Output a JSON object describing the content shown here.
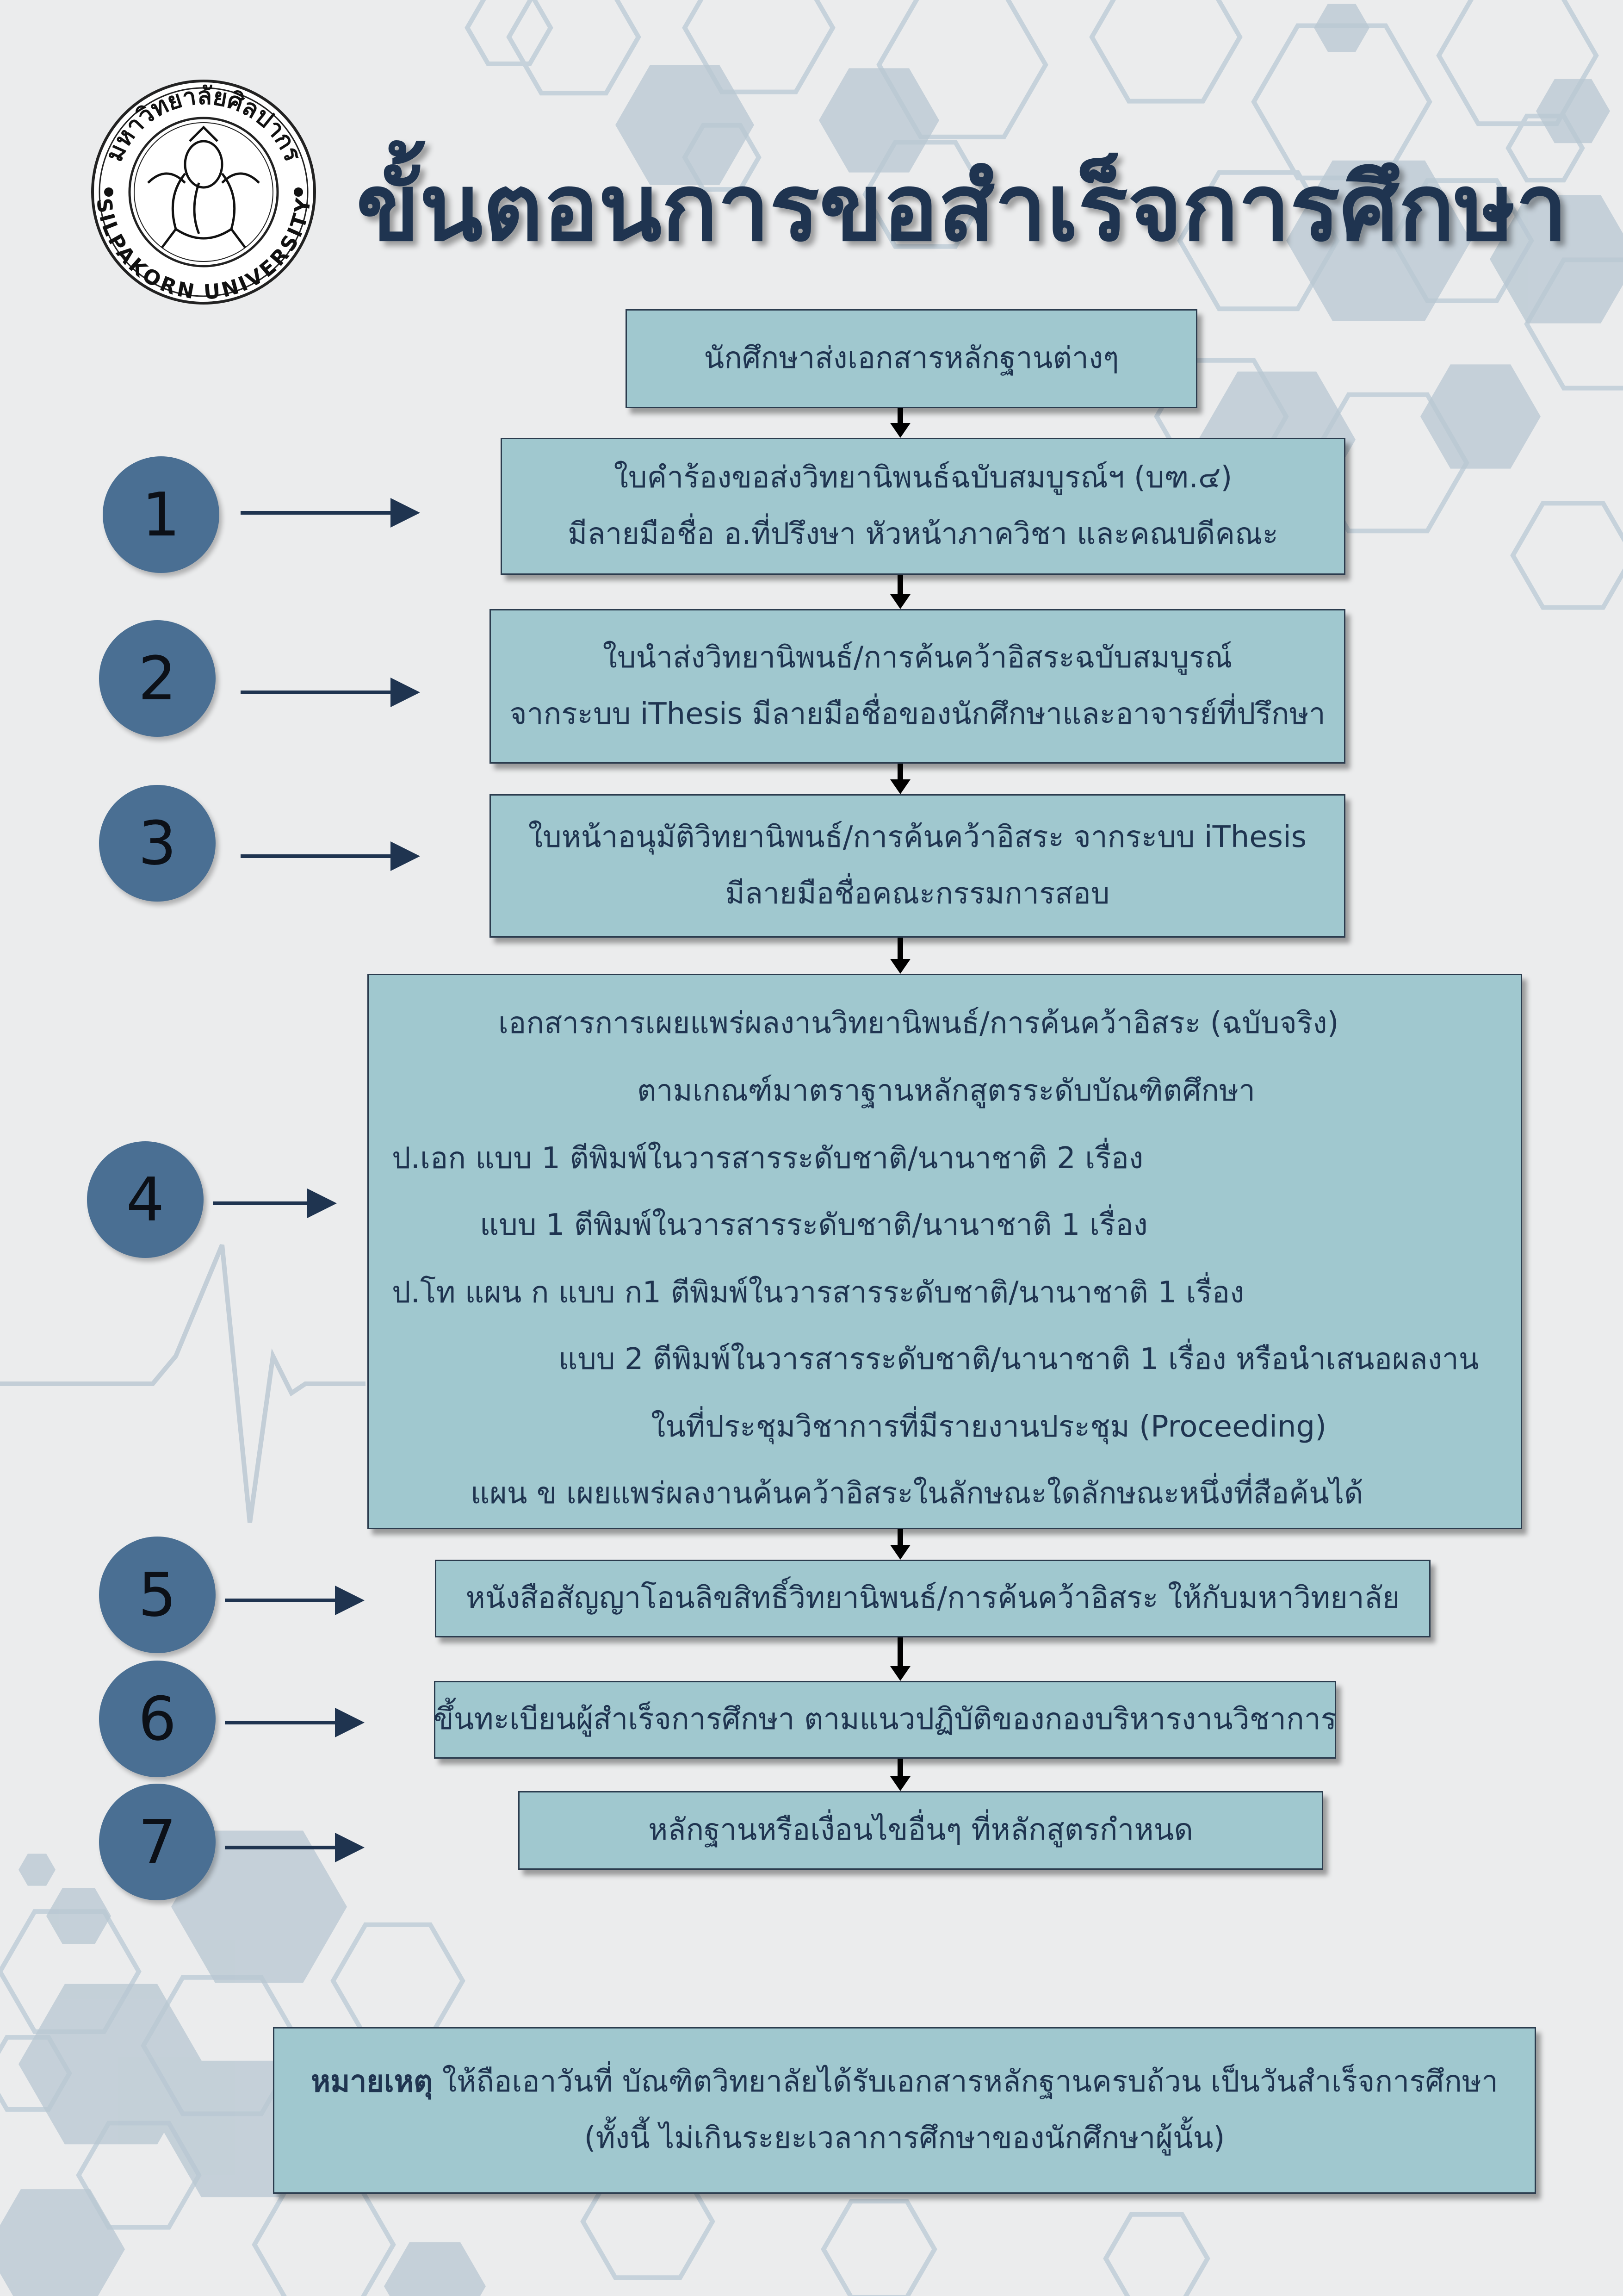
{
  "title": "ขั้นตอนการขอสำเร็จการศึกษา",
  "logo": {
    "top_text": "มหาวิทยาลัยศิลปากร",
    "bottom_text": "SILPAKORN UNIVERSITY"
  },
  "start_box": {
    "text": "นักศึกษาส่งเอกสารหลักฐานต่างๆ"
  },
  "steps": [
    {
      "number": "1",
      "lines": [
        "ใบคำร้องขอส่งวิทยานิพนธ์ฉบับสมบูรณ์ฯ (บฑ.๔)",
        "มีลายมือชื่อ อ.ที่ปรึงษา หัวหน้าภาควิชา และคณบดีคณะ"
      ]
    },
    {
      "number": "2",
      "lines": [
        "ใบนำส่งวิทยานิพนธ์/การค้นคว้าอิสระฉบับสมบูรณ์",
        "จากระบบ iThesis มีลายมือชื่อของนักศึกษาและอาจารย์ที่ปรึกษา"
      ]
    },
    {
      "number": "3",
      "lines": [
        "ใบหน้าอนุมัติวิทยานิพนธ์/การค้นคว้าอิสระ จากระบบ iThesis",
        "มีลายมือชื่อคณะกรรมการสอบ"
      ]
    },
    {
      "number": "4",
      "lines": [
        "เอกสารการเผยแพร่ผลงานวิทยานิพนธ์/การค้นคว้าอิสระ (ฉบับจริง)",
        "ตามเกณฑ์มาตราฐานหลักสูตรระดับบัณฑิตศึกษา",
        "ป.เอก แบบ 1 ตีพิมพ์ในวารสารระดับชาติ/นานาชาติ 2 เรื่อง",
        "แบบ 1 ตีพิมพ์ในวารสารระดับชาติ/นานาชาติ 1 เรื่อง",
        "ป.โท แผน ก แบบ ก1 ตีพิมพ์ในวารสารระดับชาติ/นานาชาติ 1 เรื่อง",
        "แบบ 2 ตีพิมพ์ในวารสารระดับชาติ/นานาชาติ 1 เรื่อง หรือนำเสนอผลงาน",
        "ในที่ประชุมวิชาการที่มีรายงานประชุม (Proceeding)",
        "แผน ข  เผยแพร่ผลงานค้นคว้าอิสระในลักษณะใดลักษณะหนึ่งที่สือค้นได้"
      ]
    },
    {
      "number": "5",
      "lines": [
        "หนังสือสัญญาโอนลิขสิทธิ์วิทยานิพนธ์/การค้นคว้าอิสระ ให้กับมหาวิทยาลัย"
      ]
    },
    {
      "number": "6",
      "lines": [
        "ขึ้นทะเบียนผู้สำเร็จการศึกษา ตามแนวปฏิบัติของกองบริหารงานวิชาการ"
      ]
    },
    {
      "number": "7",
      "lines": [
        "หลักฐานหรือเงื่อนไขอื่นๆ ที่หลักสูตรกำหนด"
      ]
    }
  ],
  "note": {
    "label": "หมายเหตุ",
    "line1": "ให้ถือเอาวันที่ บัณฑิตวิทยาลัยได้รับเอกสารหลักฐานครบถ้วน เป็นวันสำเร็จการศึกษา",
    "line2": "(ทั้งนี้ ไม่เกินระยะเวลาการศึกษาของนักศึกษาผู้นั้น)"
  },
  "colors": {
    "box_fill": "#a0c8cf",
    "circle_fill": "#4a6f93",
    "text_dark": "#1f3450",
    "background": "#ebeced",
    "hexagon": "#b9c8d3"
  }
}
